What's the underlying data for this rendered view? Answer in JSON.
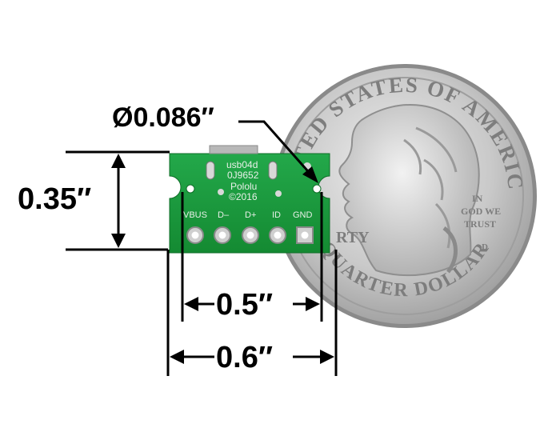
{
  "dimensions": {
    "hole_diameter": "Ø0.086″",
    "height": "0.35″",
    "inner_width": "0.5″",
    "outer_width": "0.6″"
  },
  "board": {
    "silkscreen_lines": [
      "usb04d",
      "0J9652",
      "Pololu",
      "©2016"
    ],
    "pin_labels": [
      "VBUS",
      "D–",
      "D+",
      "ID",
      "GND"
    ],
    "pcb_color": "#1a9a3c"
  },
  "coin": {
    "top_text": "UNITED STATES OF AMERICA",
    "bottom_text": "QUARTER DOLLAR",
    "motto": [
      "IN",
      "GOD WE",
      "TRUST"
    ],
    "liberty_text": "RTY",
    "mint_mark": "D"
  }
}
